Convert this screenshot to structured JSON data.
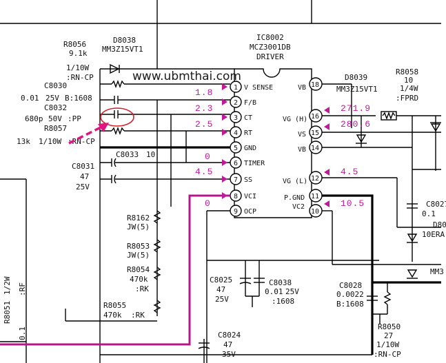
{
  "watermark": "www.ubmthai.com",
  "colors": {
    "voltage": "#c0199a",
    "arrow": "#e0157f",
    "highlight_circle": "#d0202a"
  },
  "ic": {
    "name": "IC8002",
    "part": "MCZ3001DB",
    "function": "DRIVER"
  },
  "pins_left": [
    {
      "num": "1",
      "name": "V SENSE"
    },
    {
      "num": "2",
      "name": "F/B"
    },
    {
      "num": "3",
      "name": "CT"
    },
    {
      "num": "4",
      "name": "RT"
    },
    {
      "num": "5",
      "name": "GND"
    },
    {
      "num": "6",
      "name": "TIMER"
    },
    {
      "num": "7",
      "name": "SS"
    },
    {
      "num": "8",
      "name": "VCI"
    },
    {
      "num": "9",
      "name": "OCP"
    }
  ],
  "pins_right": [
    {
      "num": "18",
      "name": "VB"
    },
    {
      "num": "16",
      "name": "VG (H)"
    },
    {
      "num": "15",
      "name": "VS"
    },
    {
      "num": "14",
      "name": "VB"
    },
    {
      "num": "12",
      "name": "VG (L)"
    },
    {
      "num": "11",
      "name": "P.GND"
    },
    {
      "num": "10",
      "name": "VC2"
    }
  ],
  "voltages_left": [
    "1.8",
    "2.3",
    "2.5",
    "0",
    "4.5",
    "0"
  ],
  "voltages_right": [
    "271.9",
    "280.6",
    "4.5",
    "10.5"
  ],
  "components": {
    "r8056": [
      "R8056",
      "9.1k",
      "1/10W",
      ":RN-CP"
    ],
    "d8038": [
      "D8038",
      "MM3Z15VT1"
    ],
    "c8030": [
      "C8030",
      "0.01",
      "25V",
      "B:1608"
    ],
    "c8032": [
      "C8032",
      "680p",
      "50V",
      ":PP"
    ],
    "r8057": [
      "R8057",
      "13k",
      "1/10W",
      ":RN-CP"
    ],
    "c8033": [
      "C8033",
      "10"
    ],
    "c8031": [
      "C8031",
      "47",
      "25V"
    ],
    "r8162": [
      "R8162",
      "JW(5)"
    ],
    "r8053": [
      "R8053",
      "JW(5)"
    ],
    "r8054": [
      "R8054",
      "470k",
      ":RK"
    ],
    "r8055": [
      "R8055",
      "470k",
      ":RK"
    ],
    "r8051": [
      "R8051",
      "1/2W",
      ":RF",
      "0.1"
    ],
    "c8025": [
      "C8025",
      "47",
      "25V"
    ],
    "c8038": [
      "C8038",
      "0.01",
      "25V",
      ":1608"
    ],
    "c8024": [
      "C8024",
      "47",
      "35V"
    ],
    "c8028": [
      "C8028",
      "0.0022",
      "B:1608"
    ],
    "r8050": [
      "R8050",
      "27",
      "1/10W",
      ":RN-CP"
    ],
    "d8039": [
      "D8039",
      "MM3Z15VT1"
    ],
    "r8058": [
      "R8058",
      "10",
      "1/4W",
      ":FPRD"
    ],
    "c8027_part": [
      "C8027",
      "0.1"
    ],
    "d80_part": [
      "D80",
      "10ERA"
    ],
    "mm3_part": [
      "MM3"
    ]
  }
}
